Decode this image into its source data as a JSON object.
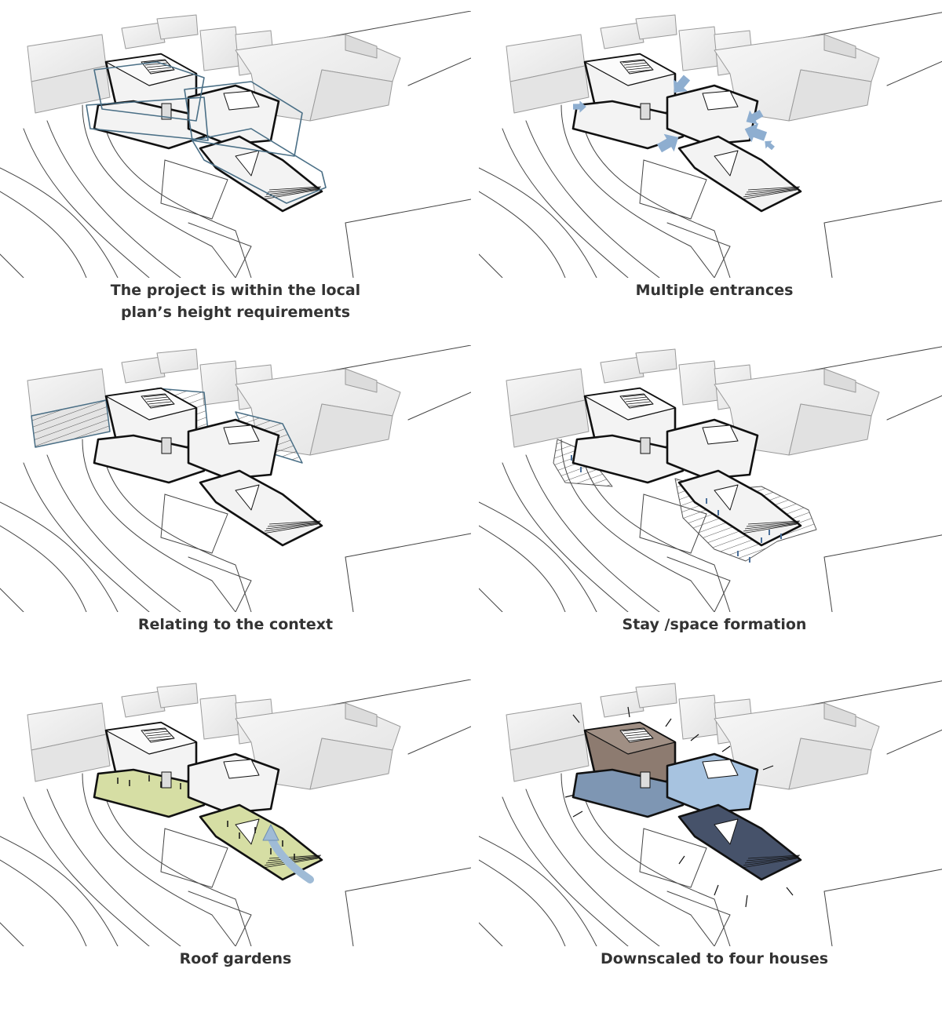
{
  "panels": [
    {
      "id": "height",
      "caption_lines": [
        "The project is within the local",
        "plan’s height requirements"
      ]
    },
    {
      "id": "entrances",
      "caption_lines": [
        "Multiple entrances"
      ]
    },
    {
      "id": "context",
      "caption_lines": [
        "Relating to the context"
      ]
    },
    {
      "id": "stay",
      "caption_lines": [
        "Stay /space formation"
      ]
    },
    {
      "id": "roof",
      "caption_lines": [
        "Roof gardens"
      ]
    },
    {
      "id": "houses",
      "caption_lines": [
        "Downscaled to four houses"
      ]
    }
  ],
  "colors": {
    "outline_blue": "#4a6f86",
    "arrow_blue": "#8eaed0",
    "garden_green": "#d6dea4",
    "house_brown": "#8d7b70",
    "house_steel": "#7e96b3",
    "house_light_blue": "#a7c3e0",
    "house_navy": "#46526a",
    "massing_grey": "#e9e9e9",
    "caption_text": "#333333"
  }
}
